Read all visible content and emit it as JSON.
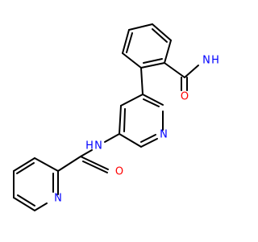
{
  "colors": {
    "bond": "#000000",
    "nitrogen": "#0000ff",
    "oxygen": "#ff0000"
  },
  "labels": {
    "amide_nh2_n": "N",
    "amide_nh2_h": "H",
    "amide_o_top": "O",
    "pyridine_mid_n": "N",
    "linker_h": "H",
    "linker_n": "N",
    "amide_o_bottom": "O",
    "pyridine_bottom_n": "N"
  }
}
